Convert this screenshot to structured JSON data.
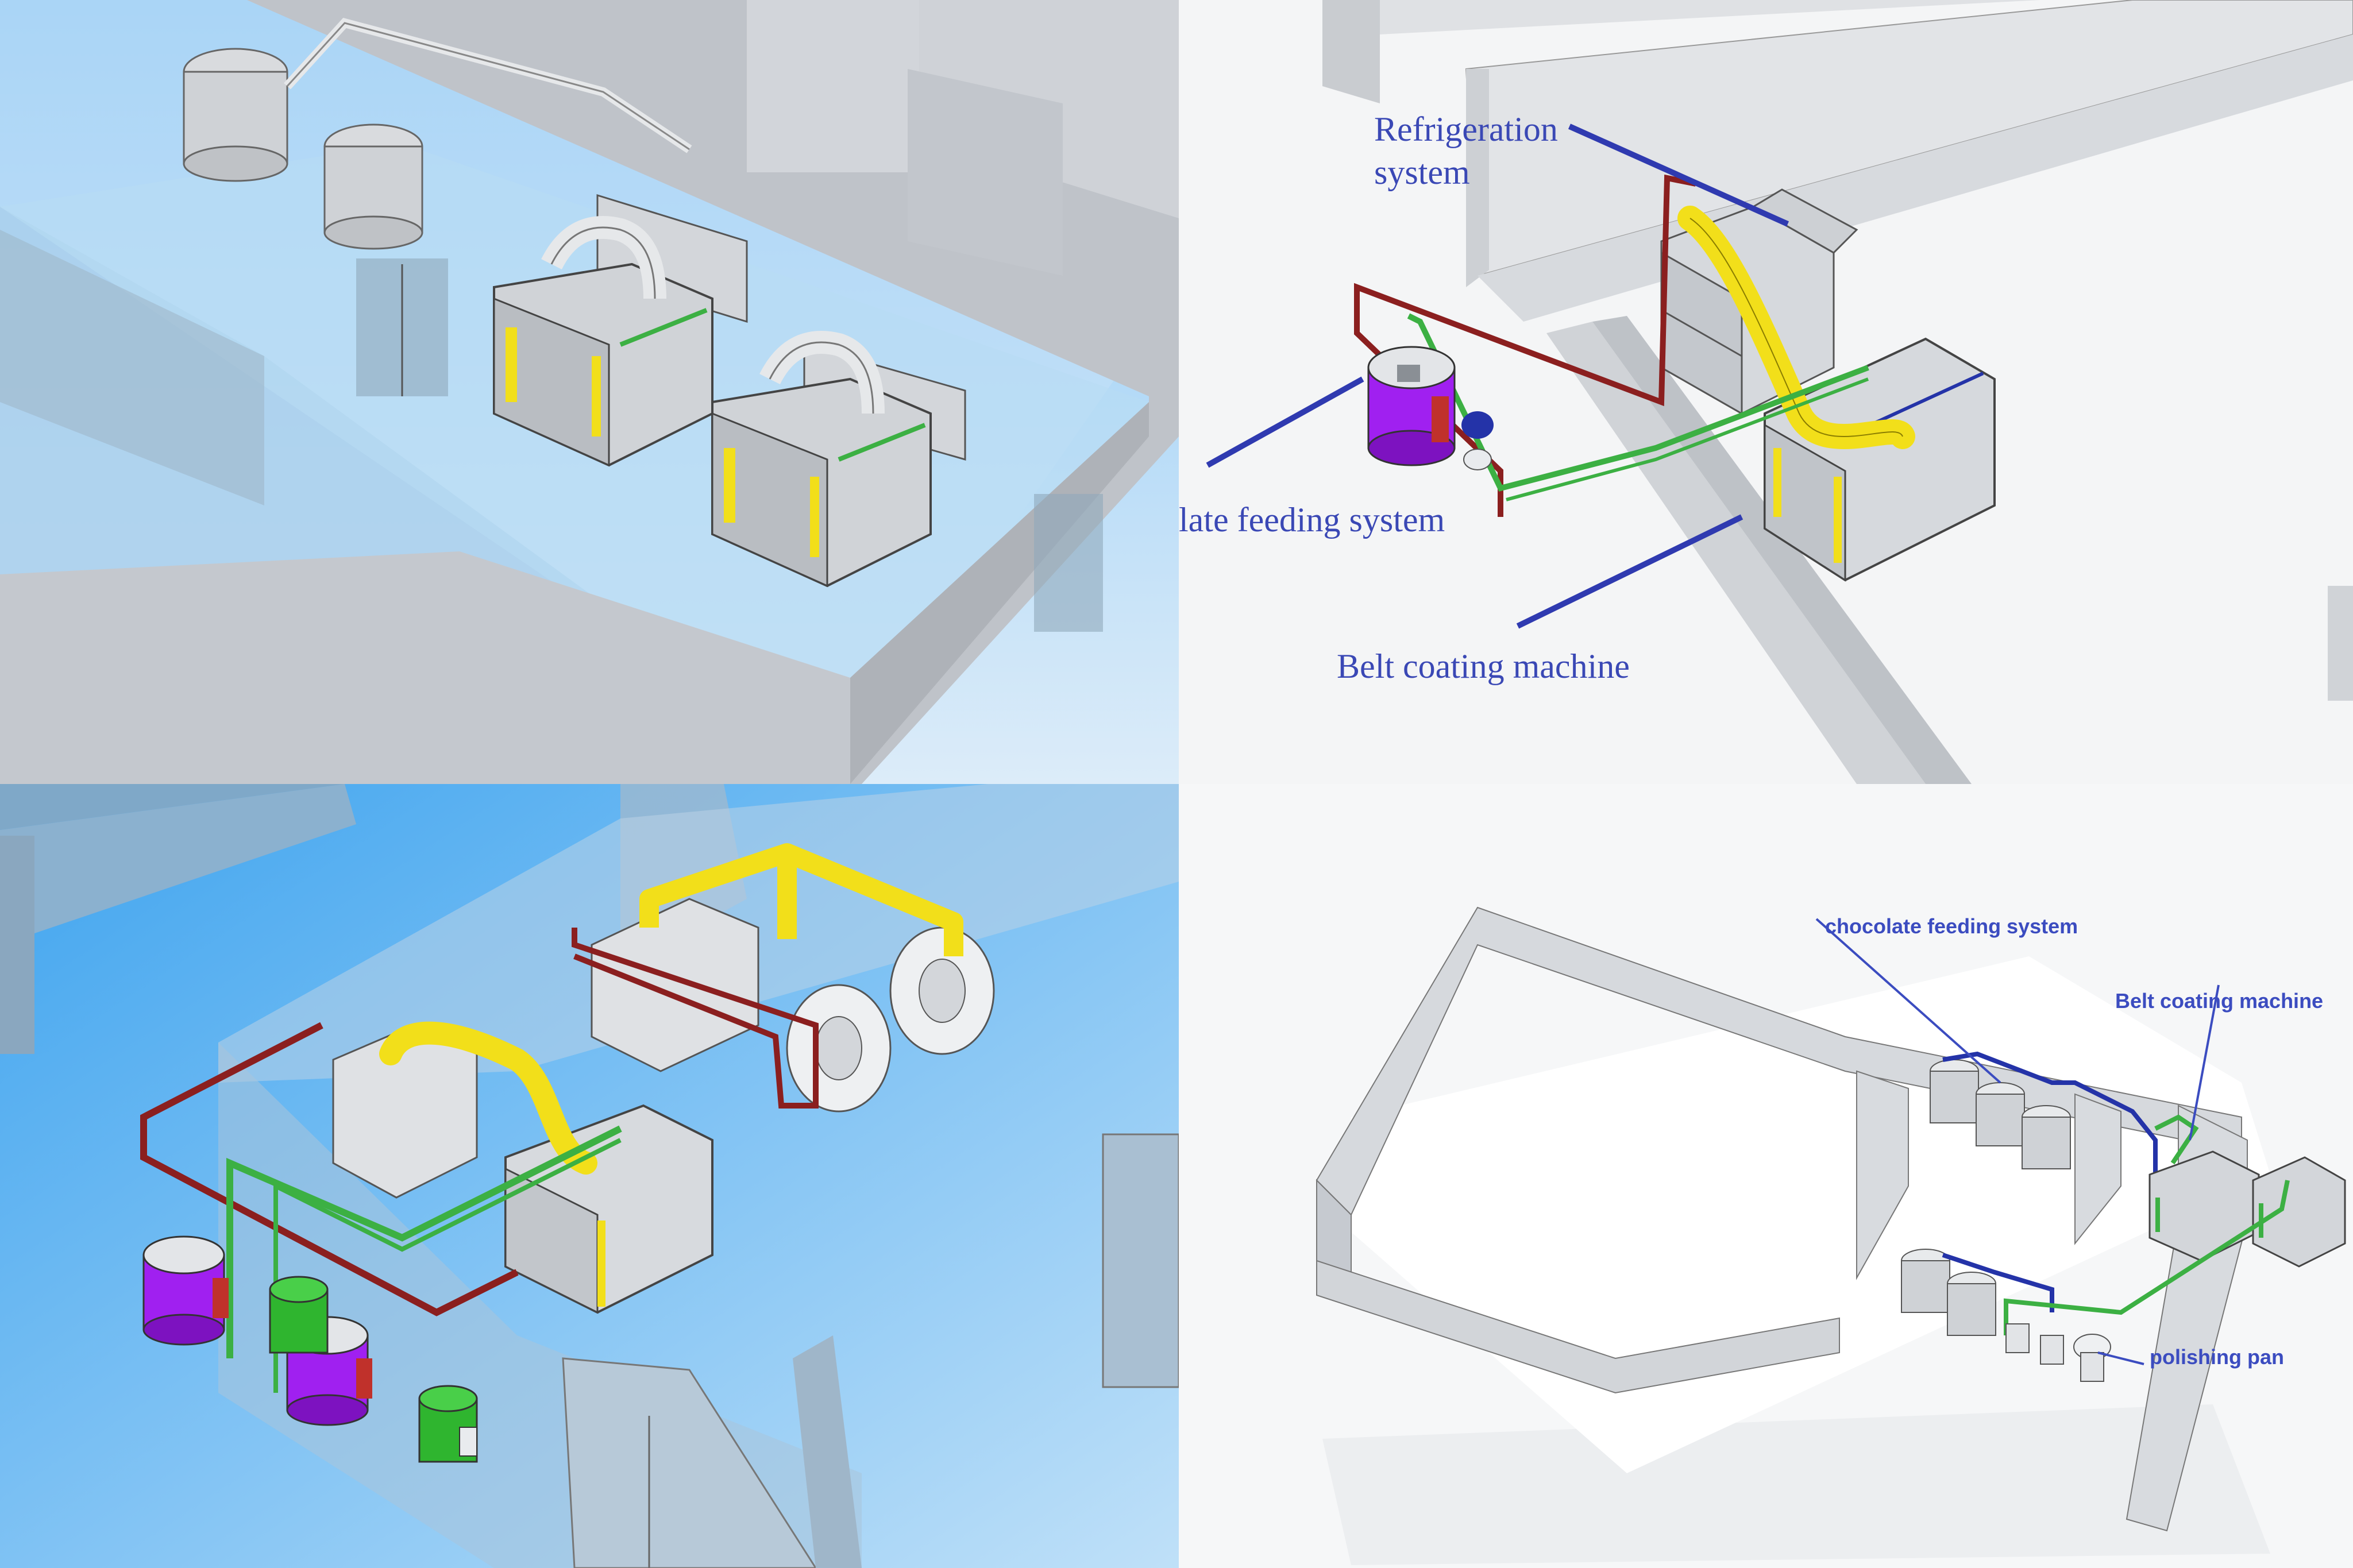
{
  "panels": [
    {
      "id": "top-left",
      "labels": []
    },
    {
      "id": "top-right",
      "labels": {
        "refrigeration_line1": "Refrigeration",
        "refrigeration_line2": "system",
        "feeding": "late feeding system",
        "belt": "Belt coating machine"
      }
    },
    {
      "id": "bottom-left",
      "labels": []
    },
    {
      "id": "bottom-right",
      "labels": {
        "feeding": "chocolate feeding system",
        "belt": "Belt coating machine",
        "polishing": "polishing pan"
      }
    }
  ],
  "colors": {
    "sky_blue": "#5fb3f0",
    "wall_gray": "#c9cdd3",
    "machine_gray": "#aeb3ba",
    "pipe_yellow": "#f2df1a",
    "pipe_green": "#3cb043",
    "pipe_red": "#8b1f1f",
    "pipe_blue": "#2433a8",
    "tank_purple": "#a020f0",
    "tank_green": "#2fb52f",
    "label_blue": "#3a48b5"
  }
}
